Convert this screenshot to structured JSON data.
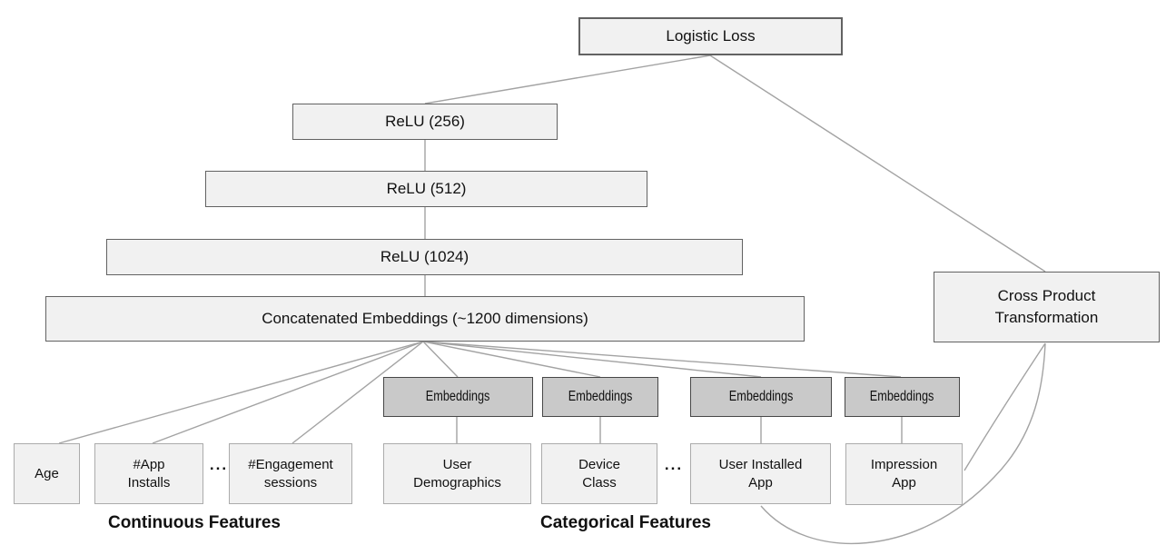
{
  "colors": {
    "box_fill": "#f1f1f1",
    "box_border_dark": "#626262",
    "feature_border": "#ababab",
    "embedding_fill": "#c9c9c9",
    "embedding_border": "#474747",
    "connector": "#a3a3a3",
    "text": "#111111"
  },
  "nodes": {
    "logistic_loss": {
      "label": "Logistic Loss"
    },
    "relu_256": {
      "label": "ReLU (256)"
    },
    "relu_512": {
      "label": "ReLU (512)"
    },
    "relu_1024": {
      "label": "ReLU (1024)"
    },
    "concatenated_embeddings": {
      "label": "Concatenated Embeddings (~1200 dimensions)"
    },
    "cross_product_transformation": {
      "label": "Cross Product\nTransformation"
    },
    "embeddings": [
      "Embeddings",
      "Embeddings",
      "Embeddings",
      "Embeddings"
    ],
    "age": {
      "label": "Age"
    },
    "app_installs": {
      "label": "#App\nInstalls"
    },
    "engagement_sessions": {
      "label": "#Engagement\nsessions"
    },
    "user_demographics": {
      "label": "User\nDemographics"
    },
    "device_class": {
      "label": "Device\nClass"
    },
    "user_installed_app": {
      "label": "User Installed\nApp"
    },
    "impression_app": {
      "label": "Impression\nApp"
    }
  },
  "ellipsis": {
    "continuous": "...",
    "categorical": "..."
  },
  "section_labels": {
    "continuous": "Continuous Features",
    "categorical": "Categorical Features"
  }
}
